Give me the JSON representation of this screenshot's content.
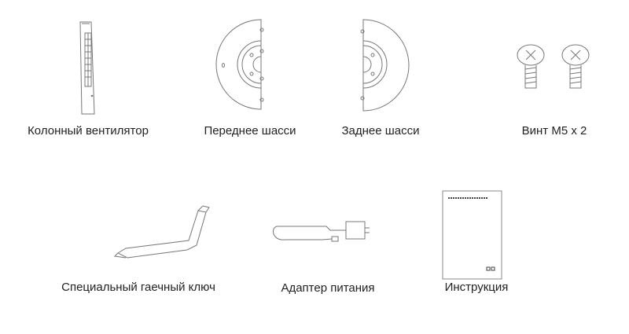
{
  "items": [
    {
      "label": "Колонный вентилятор",
      "icon": "tower-fan-icon"
    },
    {
      "label": "Переднее шасси",
      "icon": "front-base-icon"
    },
    {
      "label": "Заднее шасси",
      "icon": "rear-base-icon"
    },
    {
      "label": "Винт M5 x 2",
      "icon": "screw-icon"
    },
    {
      "label": "Специальный гаечный ключ",
      "icon": "wrench-icon"
    },
    {
      "label": "Адаптер питания",
      "icon": "power-adapter-icon"
    },
    {
      "label": "Инструкция",
      "icon": "manual-icon"
    }
  ]
}
